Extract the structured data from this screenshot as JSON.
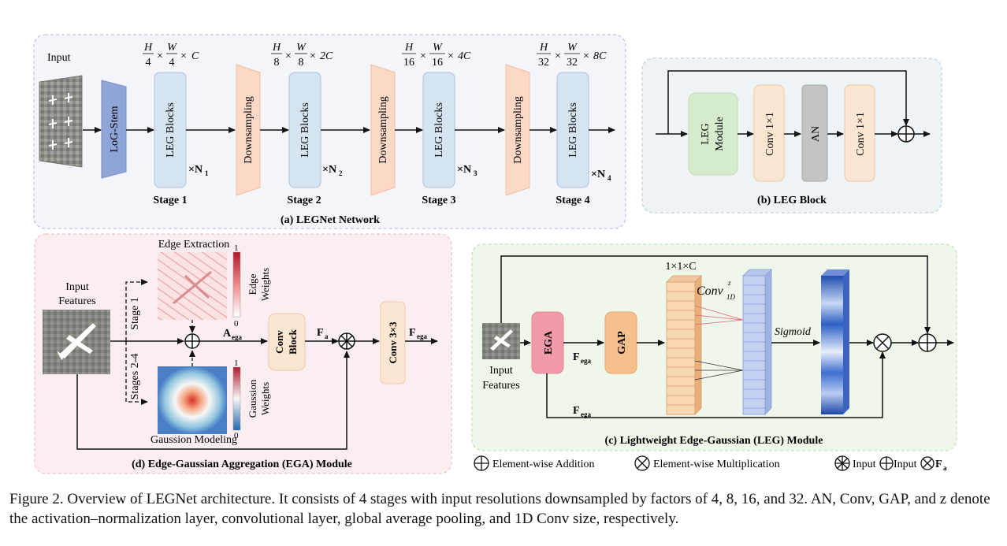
{
  "panel_a": {
    "input_label": "Input",
    "stem_label": "LoG-Stem",
    "block_label": "LEG Blocks",
    "down_label": "Downsampling",
    "stages": [
      {
        "name": "Stage 1",
        "res_h": "H",
        "res_hd": "4",
        "res_w": "W",
        "res_wd": "4",
        "res_c": "C",
        "n": "×N",
        "n_sub": "1"
      },
      {
        "name": "Stage 2",
        "res_h": "H",
        "res_hd": "8",
        "res_w": "W",
        "res_wd": "8",
        "res_c": "2C",
        "n": "×N",
        "n_sub": "2"
      },
      {
        "name": "Stage 3",
        "res_h": "H",
        "res_hd": "16",
        "res_w": "W",
        "res_wd": "16",
        "res_c": "4C",
        "n": "×N",
        "n_sub": "3"
      },
      {
        "name": "Stage 4",
        "res_h": "H",
        "res_hd": "32",
        "res_w": "W",
        "res_wd": "32",
        "res_c": "8C",
        "n": "×N",
        "n_sub": "4"
      }
    ],
    "times": "×",
    "title": "(a) LEGNet Network"
  },
  "panel_b": {
    "leg_module_1": "LEG",
    "leg_module_2": "Module",
    "conv1": "Conv 1×1",
    "an": "AN",
    "conv2": "Conv 1×1",
    "title": "(b) LEG Block"
  },
  "panel_c": {
    "input_1": "Input",
    "input_2": "Features",
    "ega": "EGA",
    "f_ega": "F",
    "f_ega_sub": "ega",
    "gap": "GAP",
    "size": "1×1×C",
    "conv1d": "Conv",
    "conv1d_sup": "z",
    "conv1d_sub": "1D",
    "sigmoid": "Sigmoid",
    "f_ega2": "F",
    "f_ega2_sub": "ega",
    "title": "(c) Lightweight Edge-Gaussian (LEG) Module"
  },
  "panel_d": {
    "input_1": "Input",
    "input_2": "Features",
    "edge_extraction": "Edge Extraction",
    "edge_weights_1": "Edge",
    "edge_weights_2": "Weights",
    "edge_max": "1",
    "edge_min": "0",
    "stage1": "Stage 1",
    "stages24": "Stages 2-4",
    "a_ega": "A",
    "a_ega_sub": "ega",
    "conv_block_1": "Conv",
    "conv_block_2": "Block",
    "f_a": "F",
    "f_a_sub": "a",
    "conv33": "Conv 3×3",
    "f_ega": "F",
    "f_ega_sub": "ega",
    "gauss_weights_1": "Gaussion",
    "gauss_weights_2": "Weights",
    "gauss_max": "1",
    "gauss_min": "0",
    "gauss_modeling": "Gaussion  Modeling",
    "title": "(d) Edge-Gaussian Aggregation (EGA) Module"
  },
  "legend": {
    "add": "Element-wise Addition",
    "mul": "Element-wise Multiplication",
    "special_a": "Input",
    "special_b": "Input",
    "special_c": "F",
    "special_c_sub": "a"
  },
  "caption": "Figure 2. Overview of LEGNet architecture. It consists of 4 stages with input resolutions downsampled by factors of 4, 8, 16, and 32. AN, Conv, GAP, and z denote the activation–normalization layer, convolutional layer, global average pooling, and 1D Conv size, respectively."
}
